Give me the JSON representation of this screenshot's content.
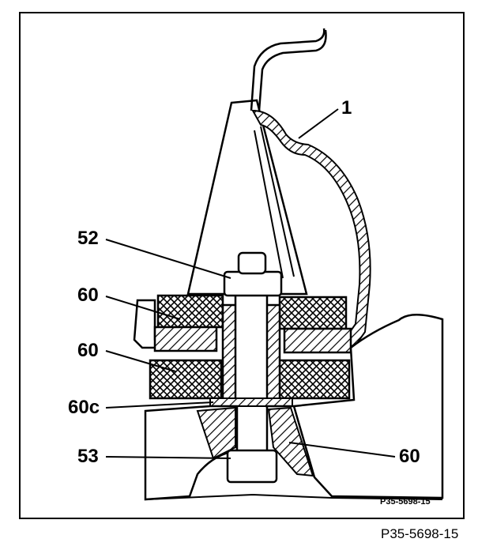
{
  "callouts": {
    "c1": "1",
    "c52": "52",
    "c60a": "60",
    "c60b": "60",
    "c60c": "60c",
    "c53": "53",
    "c60d": "60"
  },
  "inner_code": "P35-5698-15",
  "caption": "P35-5698-15",
  "colors": {
    "ink": "#000000",
    "paper": "#ffffff"
  }
}
